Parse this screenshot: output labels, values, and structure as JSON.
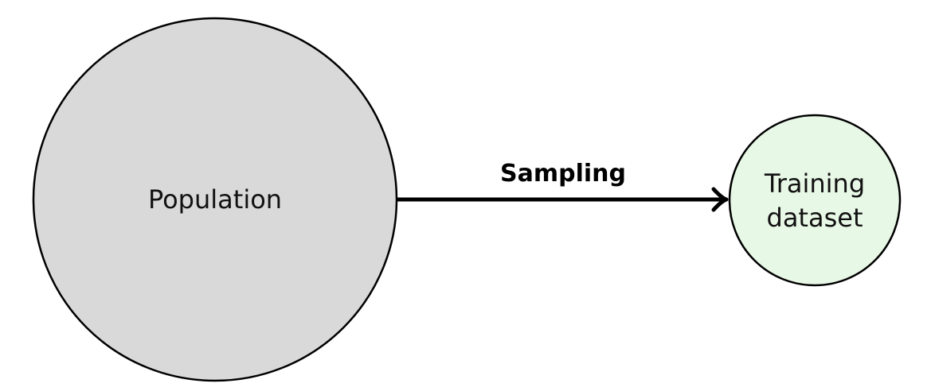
{
  "nodes": {
    "population": {
      "label": "Population",
      "fill": "#d9d9d9",
      "stroke": "#000000"
    },
    "training_dataset": {
      "label_line1": "Training",
      "label_line2": "dataset",
      "fill": "#e8f8e6",
      "stroke": "#000000"
    }
  },
  "edges": {
    "sampling": {
      "label": "Sampling",
      "color": "#000000"
    }
  }
}
